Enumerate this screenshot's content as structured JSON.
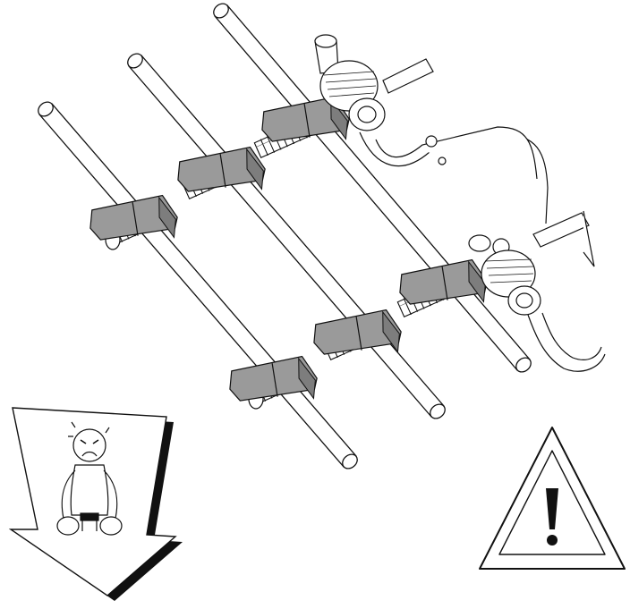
{
  "diagram": {
    "subject": "bike-rack-assembly",
    "bar_count": 3,
    "straps_per_row": 3,
    "strap_rows": 2
  },
  "callouts": {
    "left_icon": "down-arrow-with-overloaded-person-icon",
    "right_icon": "warning-triangle-exclamation-icon"
  },
  "colors": {
    "line": "#111111",
    "strap_fill": "#9a9a9a",
    "strap_dark": "#7d7d7d",
    "background": "#ffffff"
  }
}
